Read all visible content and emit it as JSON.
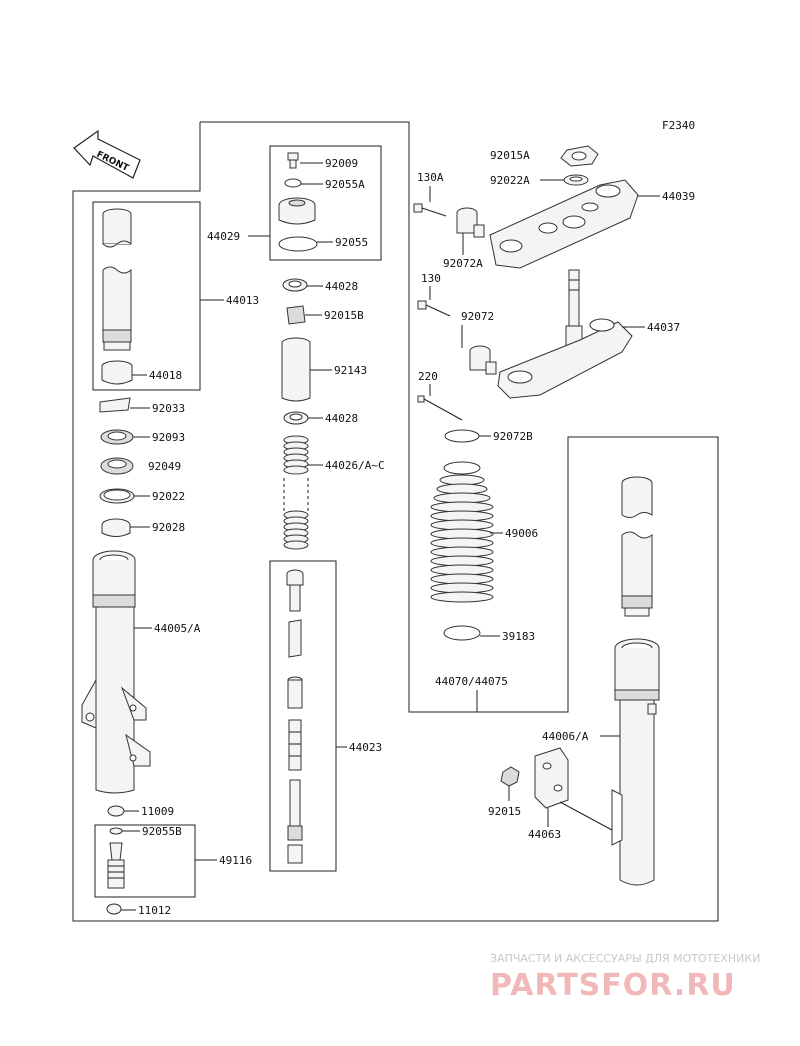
{
  "diagram_code": "F2340",
  "front_label": "FRONT",
  "parts": {
    "p92009": "92009",
    "p92055A": "92055A",
    "p44029": "44029",
    "p92055": "92055",
    "p44013": "44013",
    "p44018": "44018",
    "p44028a": "44028",
    "p92015B": "92015B",
    "p92143": "92143",
    "p44028b": "44028",
    "p44026": "44026/A~C",
    "p92033": "92033",
    "p92093": "92093",
    "p92049": "92049",
    "p92022": "92022",
    "p92028": "92028",
    "p44005": "44005/A",
    "p44023": "44023",
    "p11009": "11009",
    "p92055B": "92055B",
    "p49116": "49116",
    "p11012": "11012",
    "p92015A": "92015A",
    "p92022A": "92022A",
    "p130A": "130A",
    "p44039": "44039",
    "p92072A": "92072A",
    "p130": "130",
    "p92072": "92072",
    "p44037": "44037",
    "p220": "220",
    "p92072B": "92072B",
    "p49006": "49006",
    "p39183": "39183",
    "p44070": "44070/44075",
    "p44006": "44006/A",
    "p92015": "92015",
    "p44063": "44063"
  },
  "watermark": {
    "line1": "ЗАПЧАСТИ И АКСЕССУАРЫ ДЛЯ МОТОТЕХНИКИ",
    "line2": "PARTSFOR.RU"
  }
}
